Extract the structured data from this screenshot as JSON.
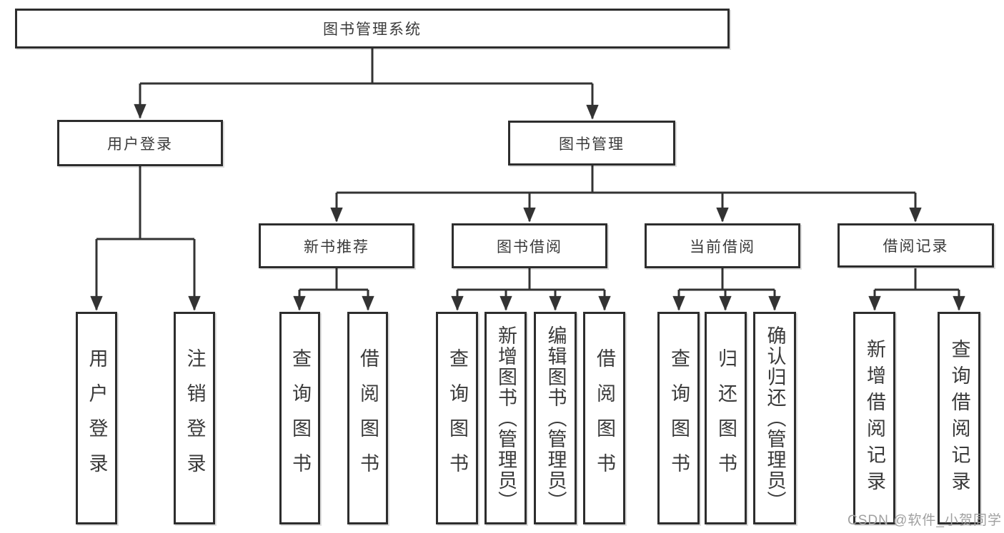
{
  "tree": {
    "root": {
      "label": "图书管理系统",
      "children": [
        {
          "label": "用户登录",
          "children": [
            {
              "label": "用户登录"
            },
            {
              "label": "注销登录"
            }
          ]
        },
        {
          "label": "图书管理",
          "children": [
            {
              "label": "新书推荐",
              "children": [
                {
                  "label": "查询图书"
                },
                {
                  "label": "借阅图书"
                }
              ]
            },
            {
              "label": "图书借阅",
              "children": [
                {
                  "label": "查询图书"
                },
                {
                  "label": "新增图书（管理员）"
                },
                {
                  "label": "编辑图书（管理员）"
                },
                {
                  "label": "借阅图书"
                }
              ]
            },
            {
              "label": "当前借阅",
              "children": [
                {
                  "label": "查询图书"
                },
                {
                  "label": "归还图书"
                },
                {
                  "label": "确认归还（管理员）"
                }
              ]
            },
            {
              "label": "借阅记录",
              "children": [
                {
                  "label": "新增借阅记录"
                },
                {
                  "label": "查询借阅记录"
                }
              ]
            }
          ]
        }
      ]
    }
  },
  "watermark": {
    "text": "CSDN @软件_小贺同学"
  },
  "colors": {
    "line": "#333333",
    "border": "#2d2d2d",
    "text": "#3a3a3a",
    "background": "#ffffff",
    "watermark": "#a0a0a0"
  }
}
